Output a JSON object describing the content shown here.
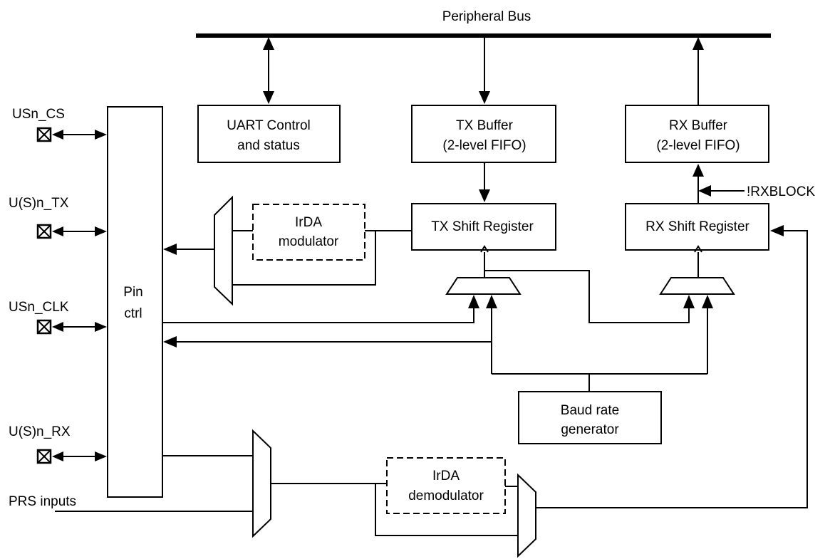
{
  "bus": {
    "label": "Peripheral Bus"
  },
  "blocks": {
    "uart_ctrl": [
      "UART Control",
      "and status"
    ],
    "tx_buffer": [
      "TX Buffer",
      "(2-level FIFO)"
    ],
    "rx_buffer": [
      "RX Buffer",
      "(2-level FIFO)"
    ],
    "tx_shift": [
      "TX Shift Register"
    ],
    "rx_shift": [
      "RX Shift Register"
    ],
    "irda_mod": [
      "IrDA",
      "modulator"
    ],
    "irda_demod": [
      "IrDA",
      "demodulator"
    ],
    "pin_ctrl": [
      "Pin",
      "ctrl"
    ],
    "baud": [
      "Baud rate",
      "generator"
    ]
  },
  "signals": {
    "rxblock": "!RXBLOCK",
    "prs_inputs": "PRS inputs"
  },
  "pins": [
    "USn_CS",
    "U(S)n_TX",
    "USn_CLK",
    "U(S)n_RX"
  ]
}
